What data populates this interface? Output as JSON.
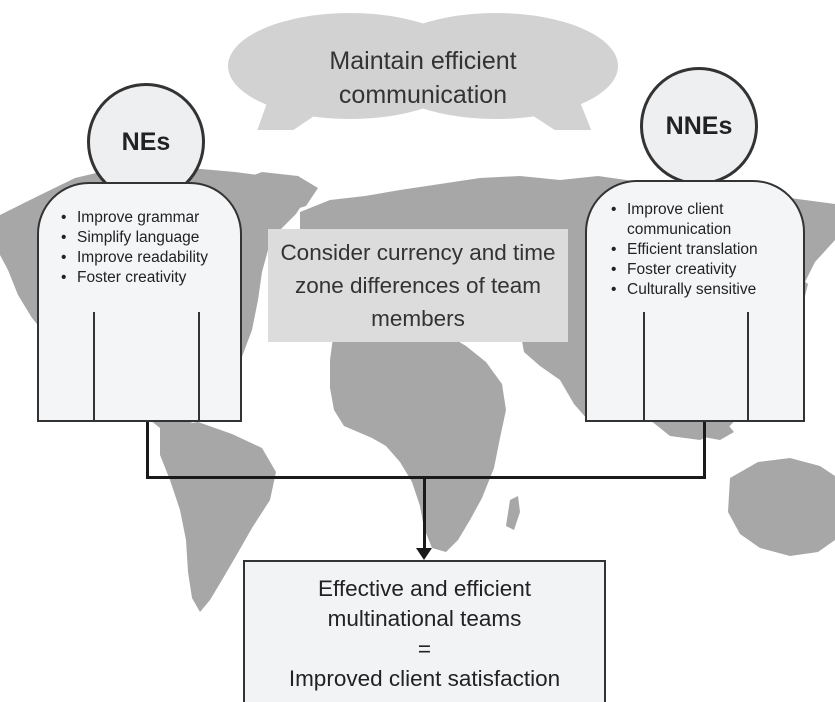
{
  "bubble": {
    "text_line1": "Maintain efficient",
    "text_line2": "communication"
  },
  "left_person": {
    "label": "NEs",
    "items": [
      "Improve grammar",
      "Simplify language",
      "Improve readability",
      "Foster creativity"
    ]
  },
  "right_person": {
    "label": "NNEs",
    "items": [
      "Improve client communication",
      "Efficient translation",
      "Foster creativity",
      "Culturally sensitive"
    ]
  },
  "center_box": {
    "text": "Consider currency and time zone differences of team members"
  },
  "outcome": {
    "line1": "Effective and efficient",
    "line2": "multinational teams",
    "line3": "=",
    "line4": "Improved client satisfaction"
  },
  "colors": {
    "map": "#a7a7a7",
    "bubble": "#d2d2d2",
    "outline": "#333333",
    "center_box": "#dcdcdc"
  }
}
